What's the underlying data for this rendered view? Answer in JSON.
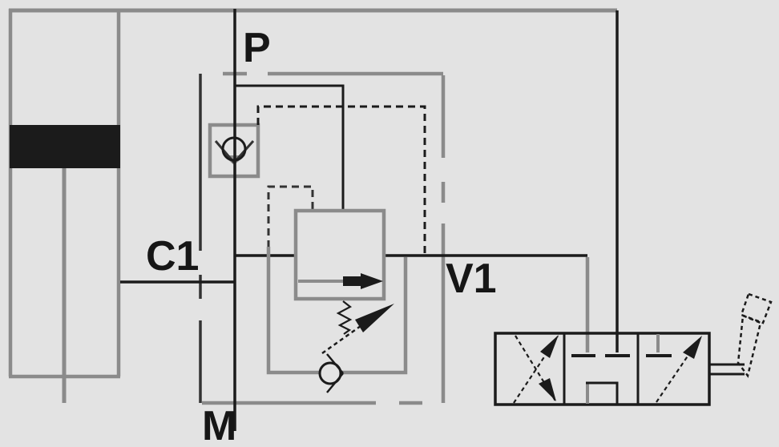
{
  "diagram": {
    "type": "hydraulic-circuit-schematic",
    "port_labels": {
      "p": "P",
      "c1": "C1",
      "v1": "V1",
      "m": "M"
    },
    "components": {
      "cylinder": "hydraulic-cylinder",
      "check_valve_top": "pilot-check-valve",
      "relief_valve": "adjustable-pressure-relief-valve",
      "check_valve_bottom": "bypass-check-valve",
      "directional_valve": "3-position-directional-control-valve",
      "actuator": "hand-lever",
      "boundary": "valve-manifold-boundary",
      "pilot_lines": "dashed-pilot-lines"
    }
  },
  "colors": {
    "background": "#e3e3e3",
    "line_gray": "#8b8b8b",
    "line_black": "#1b1b1b",
    "boundary_dark": "#333333",
    "label_color": "#161616"
  }
}
